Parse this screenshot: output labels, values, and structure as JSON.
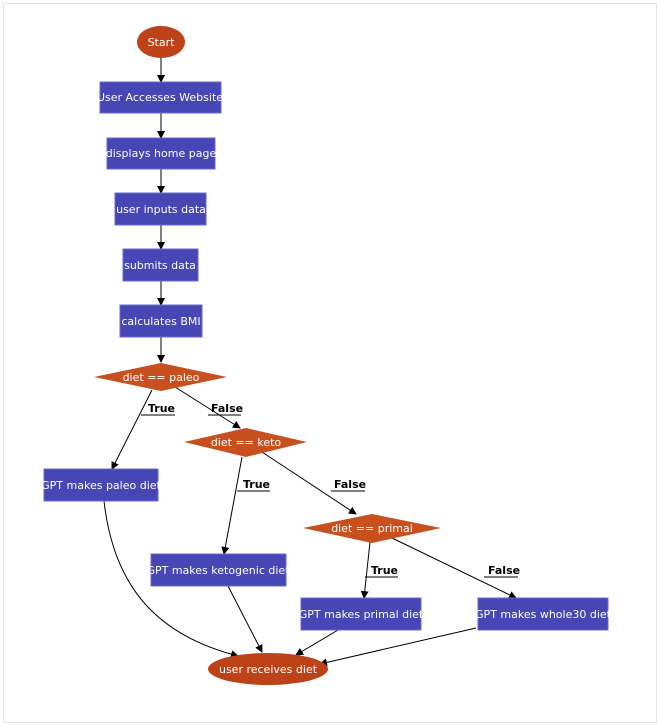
{
  "colors": {
    "process": "#4646b4",
    "process_border": "#6a6ad0",
    "decision": "#c8501e",
    "terminal": "#bd4218",
    "edge": "#000000"
  },
  "nodes": {
    "start": "Start",
    "access": "User Accesses Website",
    "home": "displays home page",
    "inputs": "user inputs data",
    "submits": "submits data",
    "bmi": "calculates BMI",
    "d_paleo": "diet == paleo",
    "paleo": "GPT makes paleo diet",
    "d_keto": "diet == keto",
    "keto": "GPT makes ketogenic diet",
    "d_primal": "diet == primal",
    "primal": "GPT makes primal diet",
    "whole30": "GPT makes whole30 diet",
    "end": "user receives diet"
  },
  "edge_labels": {
    "paleo_true": "True",
    "paleo_false": "False",
    "keto_true": "True",
    "keto_false": "False",
    "primal_true": "True",
    "primal_false": "False"
  }
}
